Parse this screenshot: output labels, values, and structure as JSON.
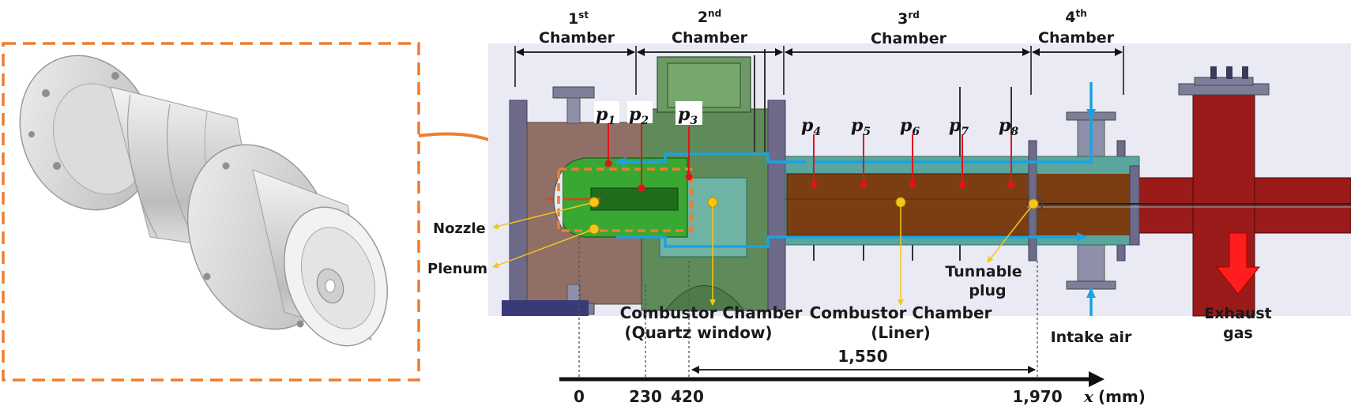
{
  "chambers": [
    {
      "ordinal": "1",
      "suffix": "st",
      "word": "Chamber"
    },
    {
      "ordinal": "2",
      "suffix": "nd",
      "word": "Chamber"
    },
    {
      "ordinal": "3",
      "suffix": "rd",
      "word": "Chamber"
    },
    {
      "ordinal": "4",
      "suffix": "th",
      "word": "Chamber"
    }
  ],
  "sensors": [
    {
      "base": "p",
      "sub": "1"
    },
    {
      "base": "p",
      "sub": "2"
    },
    {
      "base": "p",
      "sub": "3"
    },
    {
      "base": "p",
      "sub": "4"
    },
    {
      "base": "p",
      "sub": "5"
    },
    {
      "base": "p",
      "sub": "6"
    },
    {
      "base": "p",
      "sub": "7"
    },
    {
      "base": "p",
      "sub": "8"
    }
  ],
  "labels": {
    "nozzle": "Nozzle",
    "plenum": "Plenum",
    "combustor_quartz_line1": "Combustor Chamber",
    "combustor_quartz_line2": "(Quartz window)",
    "combustor_liner_line1": "Combustor Chamber",
    "combustor_liner_line2": "(Liner)",
    "tunnable_line1": "Tunnable",
    "tunnable_line2": "plug",
    "intake_air": "Intake air",
    "exhaust_line1": "Exhaust",
    "exhaust_line2": "gas"
  },
  "axis": {
    "ticks": [
      "0",
      "230",
      "420",
      "1,970"
    ],
    "unit_var": "x",
    "unit_text": "(mm)",
    "span_label": "1,550"
  },
  "colors": {
    "accent_orange": "#ee7d31",
    "flow_blue": "#1aa3e0",
    "sensor_red": "#e0141e",
    "marker_yellow": "#f5c518",
    "chamber1": "#8f6f66",
    "chamber2": "#5f8a5a",
    "liner": "#7a3e12",
    "exhaust": "#9b1a1a",
    "steel": "#7d7f9a"
  }
}
